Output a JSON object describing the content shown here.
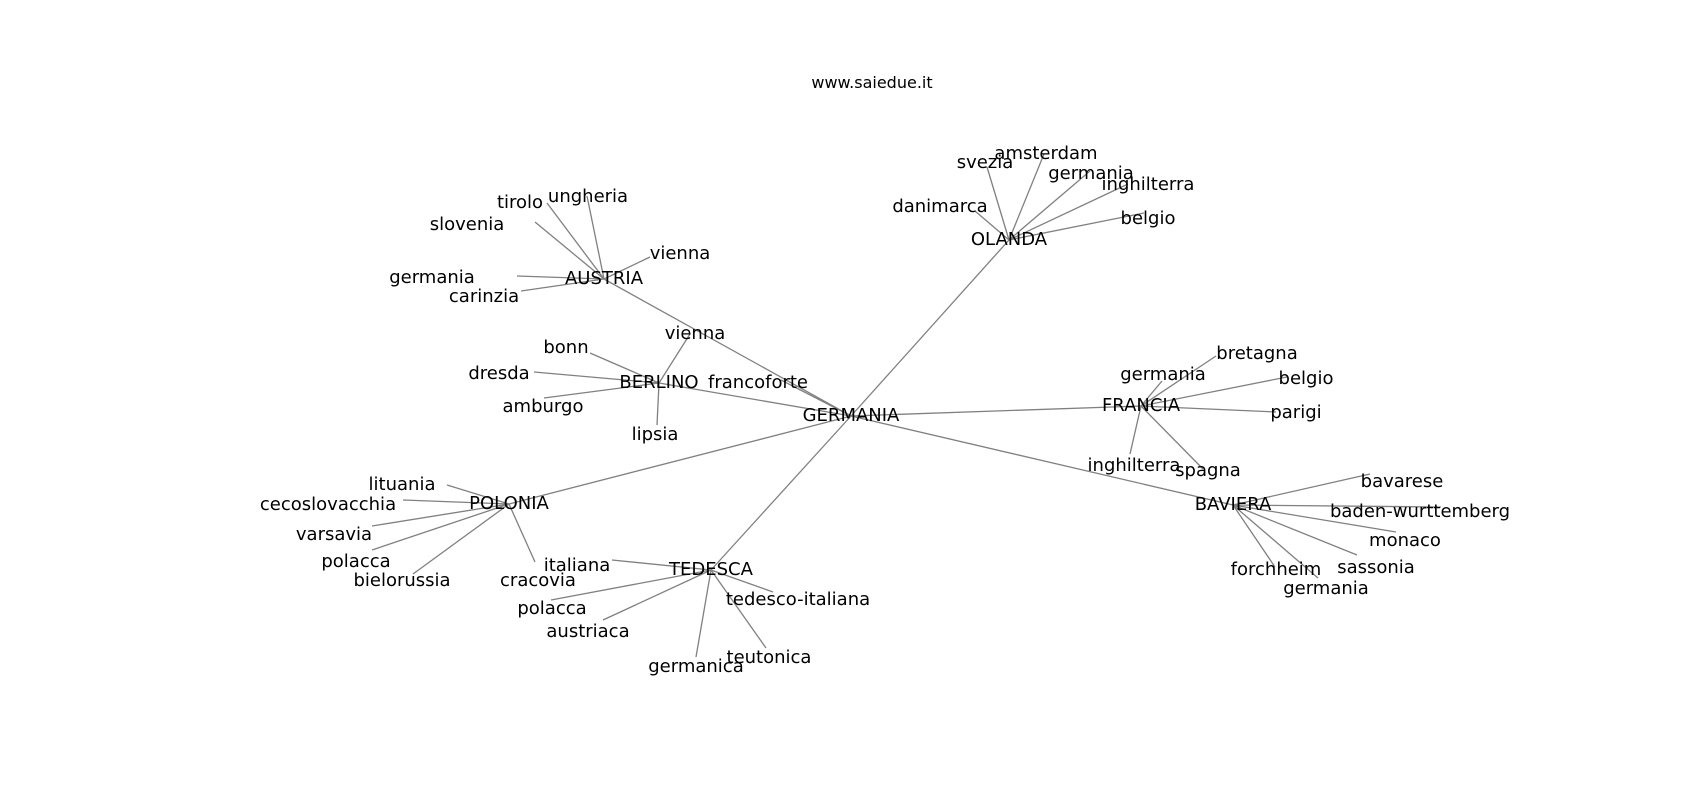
{
  "header": {
    "site": "www.saiedue.it"
  },
  "graph": {
    "center": "GERMANIA",
    "hubs": [
      {
        "id": "olanda",
        "label": "OLANDA",
        "leaves": [
          "danimarca",
          "svezia",
          "amsterdam",
          "germania",
          "inghilterra",
          "belgio"
        ]
      },
      {
        "id": "austria",
        "label": "AUSTRIA",
        "leaves": [
          "slovenia",
          "tirolo",
          "ungheria",
          "vienna",
          "germania",
          "carinzia"
        ]
      },
      {
        "id": "berlino",
        "label": "BERLINO",
        "leaves": [
          "bonn",
          "dresda",
          "amburgo",
          "lipsia",
          "vienna"
        ]
      },
      {
        "id": "francia",
        "label": "FRANCIA",
        "leaves": [
          "germania",
          "bretagna",
          "belgio",
          "parigi",
          "spagna",
          "inghilterra"
        ]
      },
      {
        "id": "polonia",
        "label": "POLONIA",
        "leaves": [
          "lituania",
          "cecoslovacchia",
          "varsavia",
          "polacca",
          "bielorussia",
          "cracovia"
        ]
      },
      {
        "id": "tedesca",
        "label": "TEDESCA",
        "leaves": [
          "italiana",
          "polacca",
          "austriaca",
          "germanica",
          "teutonica",
          "tedesco-italiana"
        ]
      },
      {
        "id": "baviera",
        "label": "BAVIERA",
        "leaves": [
          "bavarese",
          "baden-wurttemberg",
          "monaco",
          "sassonia",
          "germania",
          "forchheim"
        ]
      }
    ],
    "direct_leaves": [
      "francoforte"
    ]
  }
}
